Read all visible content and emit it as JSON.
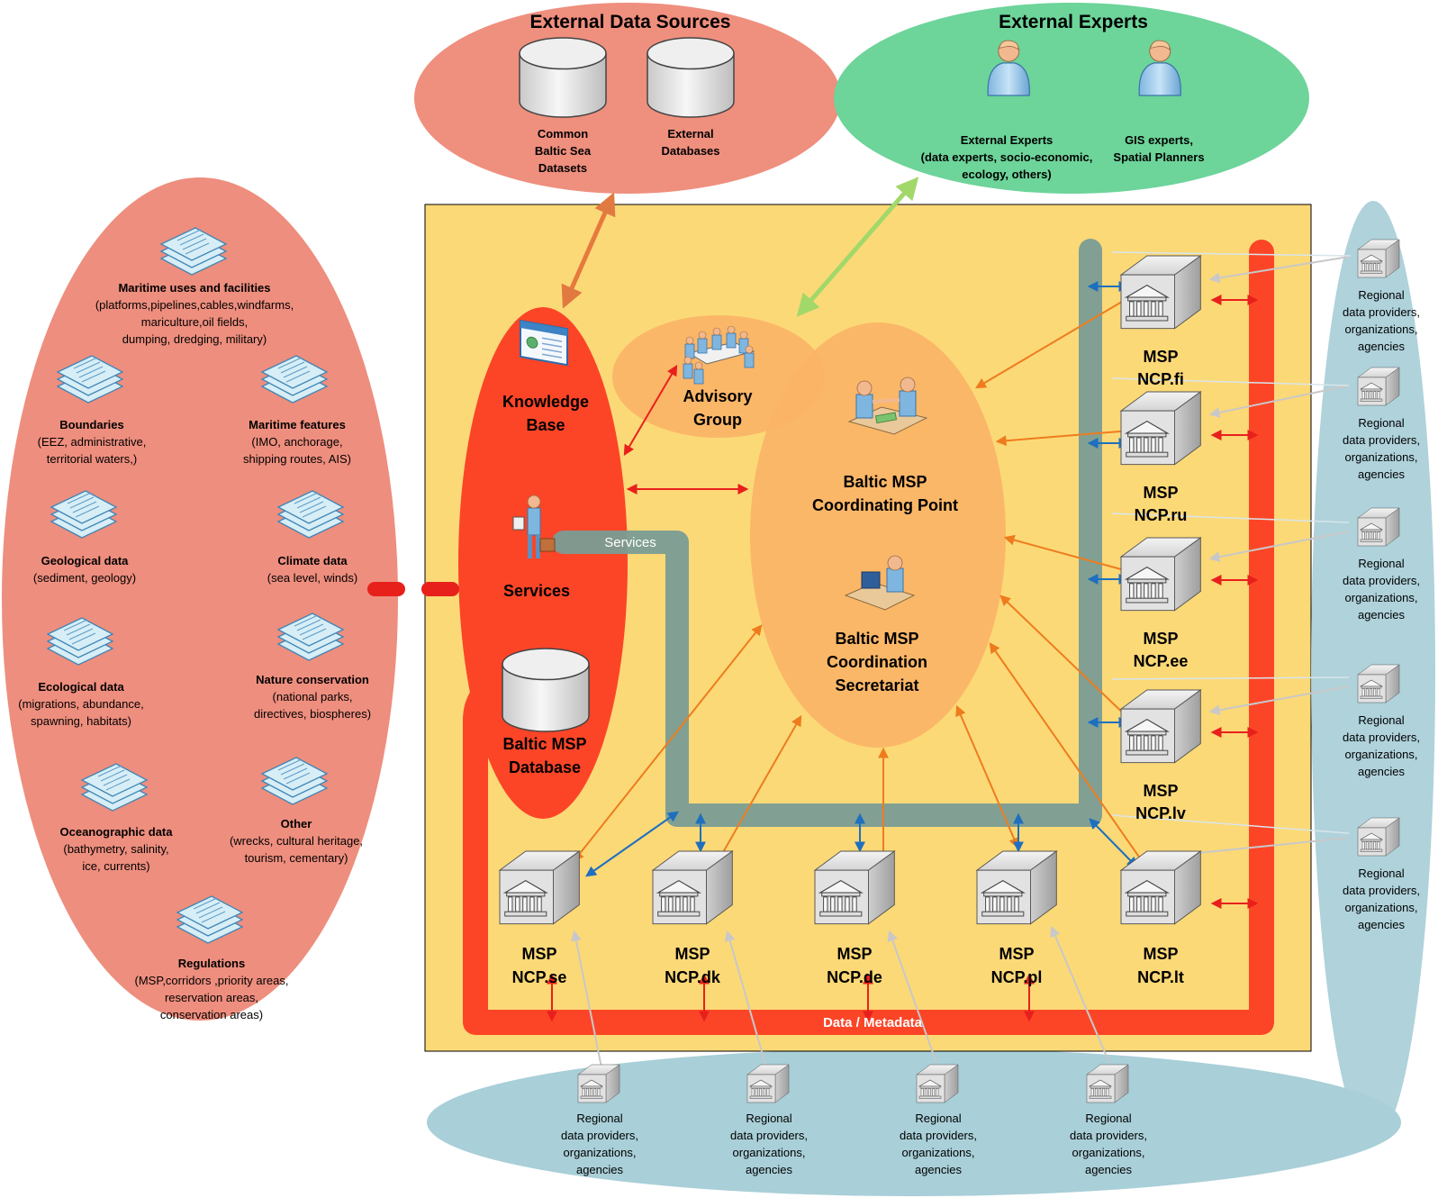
{
  "external_data_sources": {
    "title": "External Data Sources",
    "databases": [
      {
        "lines": [
          "Common",
          "Baltic Sea",
          "Datasets"
        ]
      },
      {
        "lines": [
          "External",
          "Databases"
        ]
      }
    ]
  },
  "external_experts": {
    "title": "External Experts",
    "groups": [
      {
        "lines": [
          "External Experts",
          "(data experts, socio-economic,",
          "ecology, others)"
        ]
      },
      {
        "lines": [
          "GIS experts,",
          "Spatial Planners"
        ]
      }
    ]
  },
  "data_categories": [
    {
      "title": "Maritime uses and facilities",
      "lines": [
        "(platforms,pipelines,cables,windfarms,",
        "mariculture,oil fields,",
        "dumping, dredging, military)"
      ]
    },
    {
      "title": "Boundaries",
      "lines": [
        "(EEZ, administrative,",
        "territorial waters,)"
      ]
    },
    {
      "title": "Maritime features",
      "lines": [
        "(IMO, anchorage,",
        "shipping routes, AIS)"
      ]
    },
    {
      "title": "Geological data",
      "lines": [
        "(sediment, geology)"
      ]
    },
    {
      "title": "Climate data",
      "lines": [
        "(sea level, winds)"
      ]
    },
    {
      "title": "Ecological data",
      "lines": [
        "(migrations, abundance,",
        "spawning, habitats)"
      ]
    },
    {
      "title": "Nature conservation",
      "lines": [
        "(national parks,",
        "directives, biospheres)"
      ]
    },
    {
      "title": "Oceanographic data",
      "lines": [
        "(bathymetry, salinity,",
        "ice, currents)"
      ]
    },
    {
      "title": "Other",
      "lines": [
        "(wrecks, cultural heritage,",
        "tourism, cementary)"
      ]
    },
    {
      "title": "Regulations",
      "lines": [
        "(MSP,corridors ,priority areas,",
        "reservation areas,",
        "conservation areas)"
      ]
    }
  ],
  "core": {
    "knowledge_base": [
      "Knowledge",
      "Base"
    ],
    "services": "Services",
    "services_band": "Services",
    "database": [
      "Baltic MSP",
      "Database"
    ],
    "advisory_group": [
      "Advisory",
      "Group"
    ],
    "coordinating_point": [
      "Baltic MSP",
      "Coordinating Point"
    ],
    "secretariat": [
      "Baltic MSP",
      "Coordination",
      "Secretariat"
    ],
    "data_metadata": "Data / Metadata"
  },
  "ncp_nodes": {
    "right": [
      {
        "lines": [
          "MSP",
          "NCP.fi"
        ]
      },
      {
        "lines": [
          "MSP",
          "NCP.ru"
        ]
      },
      {
        "lines": [
          "MSP",
          "NCP.ee"
        ]
      },
      {
        "lines": [
          "MSP",
          "NCP.lv"
        ]
      }
    ],
    "bottom": [
      {
        "lines": [
          "MSP",
          "NCP.se"
        ]
      },
      {
        "lines": [
          "MSP",
          "NCP.dk"
        ]
      },
      {
        "lines": [
          "MSP",
          "NCP.de"
        ]
      },
      {
        "lines": [
          "MSP",
          "NCP.pl"
        ]
      },
      {
        "lines": [
          "MSP",
          "NCP.lt"
        ]
      }
    ]
  },
  "regional_providers": {
    "lines": [
      "Regional",
      "data providers,",
      "organizations,",
      "agencies"
    ],
    "right_count": 5,
    "bottom_count": 4
  },
  "colors": {
    "external_sources_bg": "#ef8f7e",
    "experts_bg": "#6dd49a",
    "left_ellipse_bg": "#ee8e7e",
    "core_box_bg": "#fcd977",
    "red_band": "#fc4527",
    "gray_band": "#7a9d95",
    "coordinating_bg": "#fbb266",
    "providers_bg": "#a9cfd8",
    "arrow_orange": "#ee7c1e",
    "arrow_red": "#e8201c",
    "arrow_blue": "#1e6fc0",
    "arrow_green": "#a2d86a"
  }
}
